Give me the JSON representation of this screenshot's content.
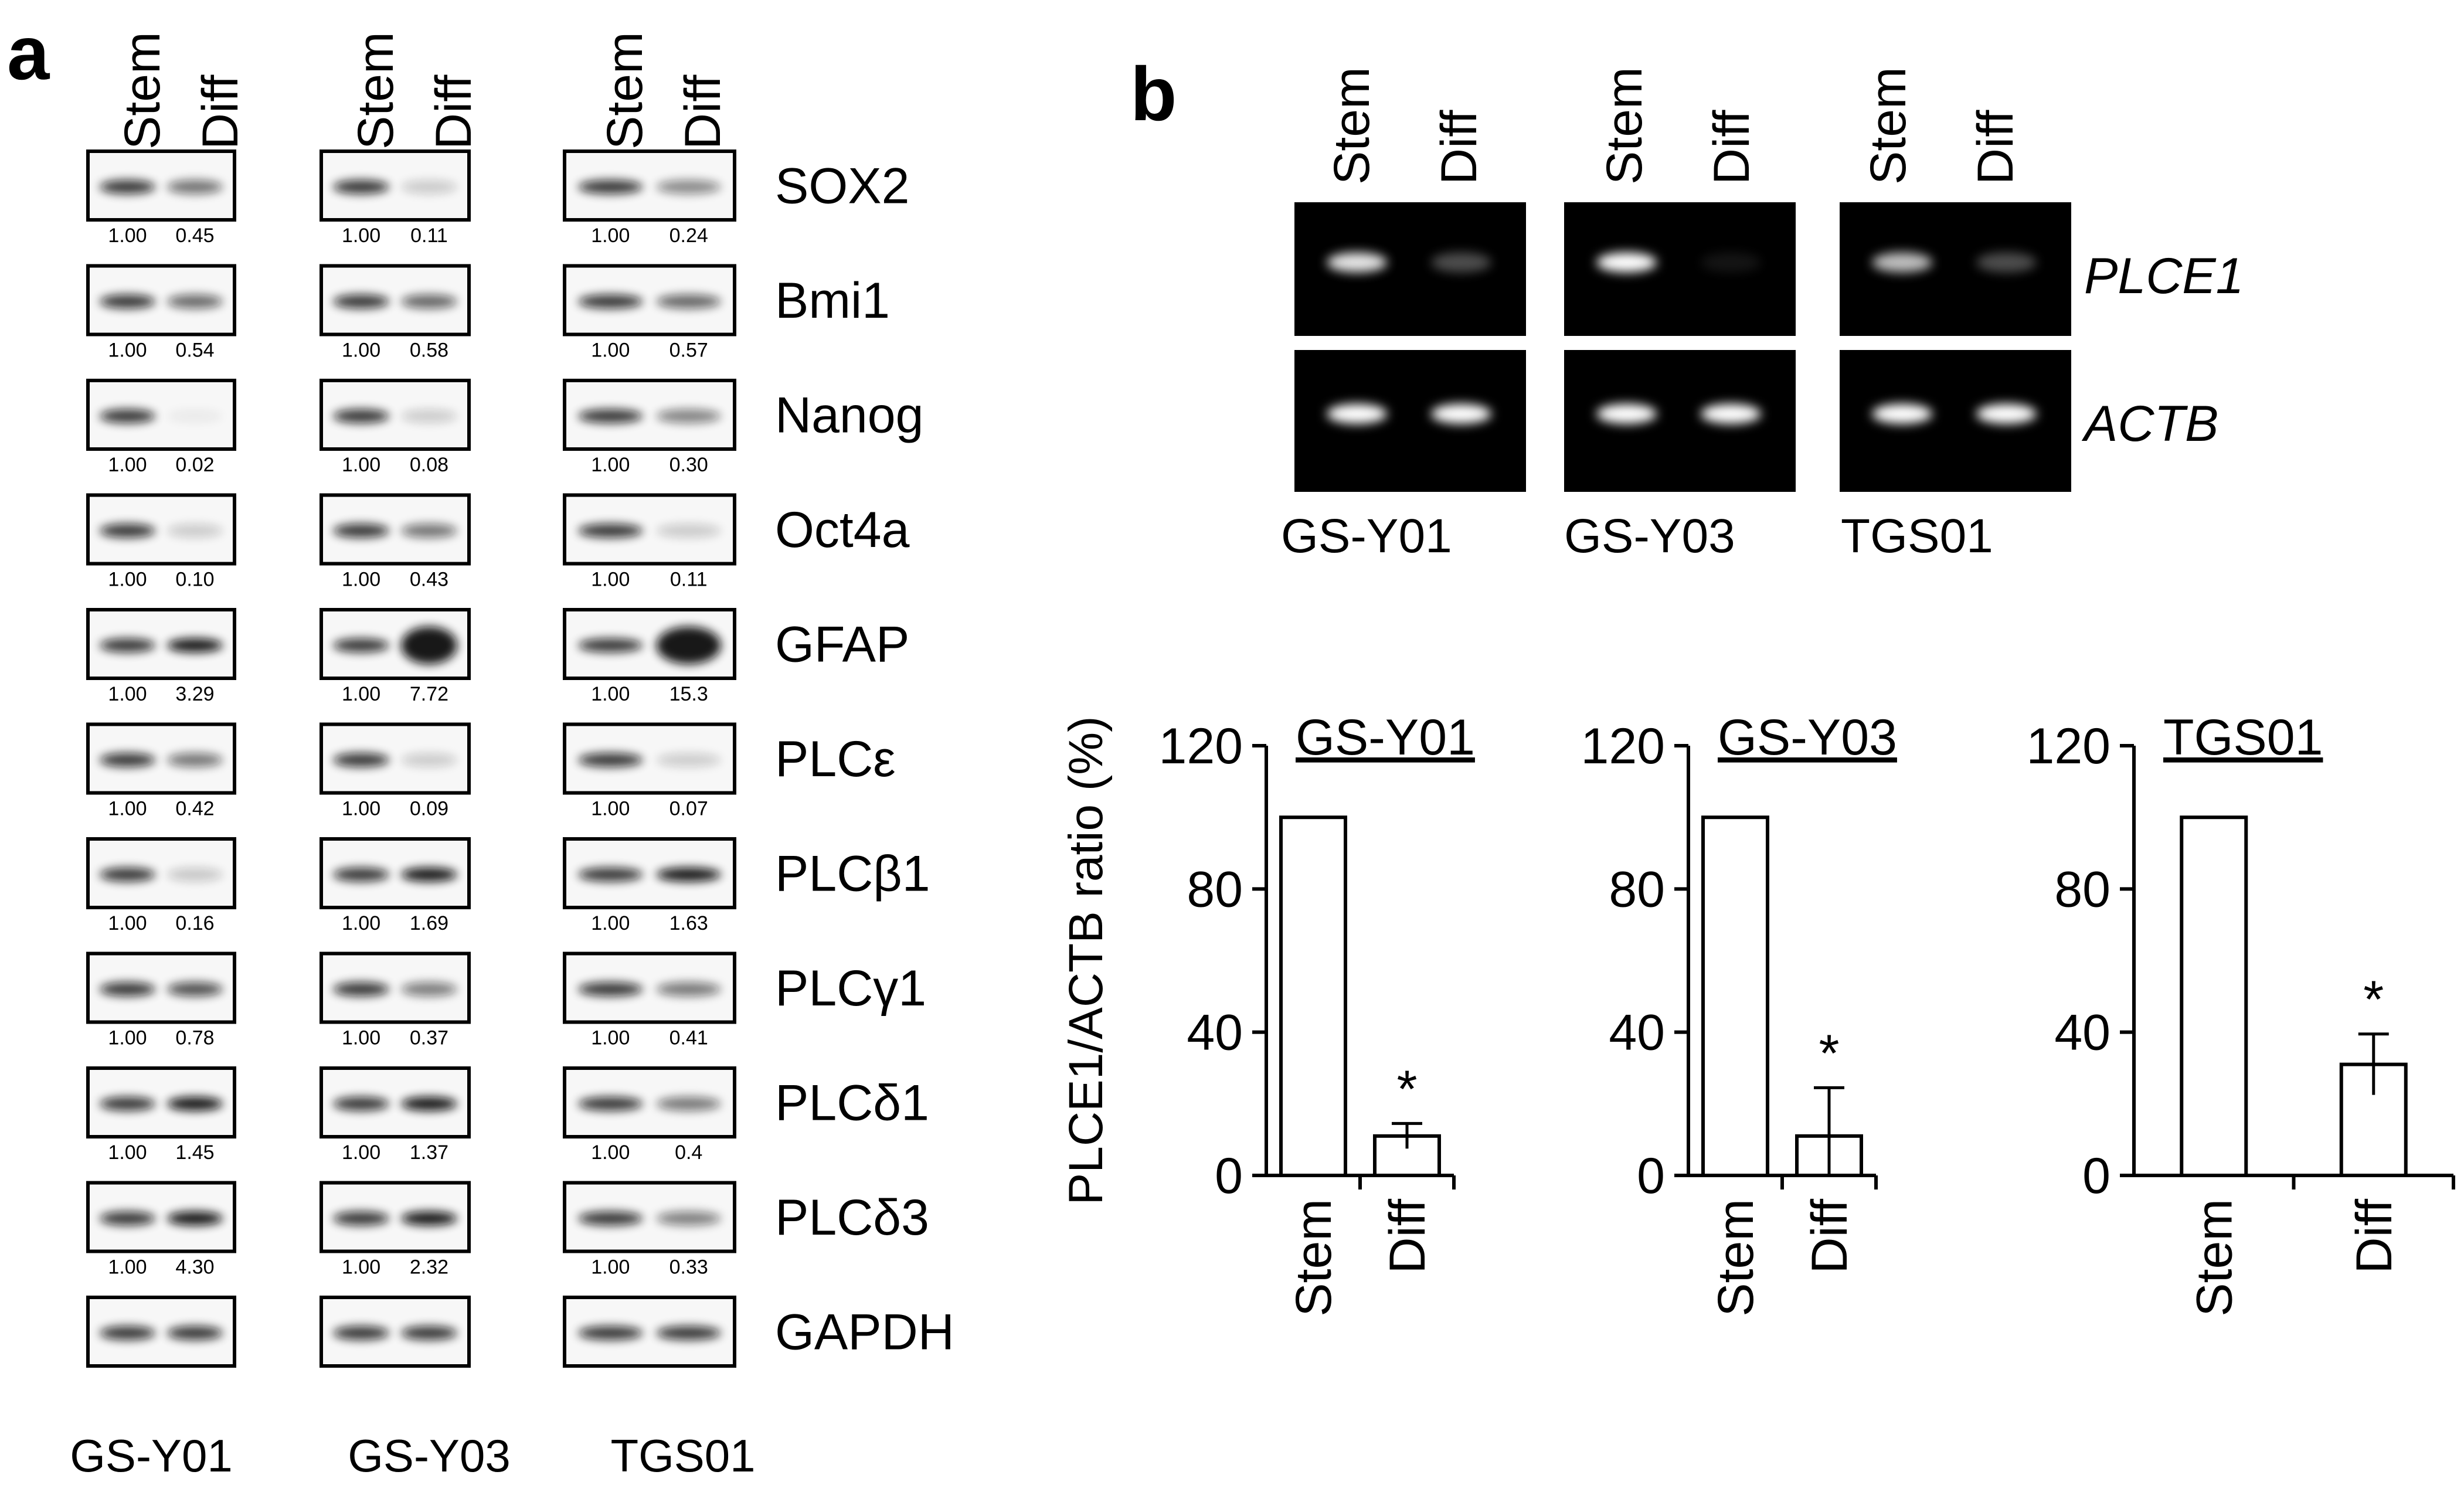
{
  "panel_a": {
    "letter": "a",
    "lane_labels": [
      "Stem",
      "Diff"
    ],
    "cell_lines": [
      "GS-Y01",
      "GS-Y03",
      "TGS01"
    ],
    "proteins": [
      {
        "name": "SOX2",
        "values": [
          [
            "1.00",
            "0.45"
          ],
          [
            "1.00",
            "0.11"
          ],
          [
            "1.00",
            "0.24"
          ]
        ]
      },
      {
        "name": "Bmi1",
        "values": [
          [
            "1.00",
            "0.54"
          ],
          [
            "1.00",
            "0.58"
          ],
          [
            "1.00",
            "0.57"
          ]
        ]
      },
      {
        "name": "Nanog",
        "values": [
          [
            "1.00",
            "0.02"
          ],
          [
            "1.00",
            "0.08"
          ],
          [
            "1.00",
            "0.30"
          ]
        ]
      },
      {
        "name": "Oct4a",
        "values": [
          [
            "1.00",
            "0.10"
          ],
          [
            "1.00",
            "0.43"
          ],
          [
            "1.00",
            "0.11"
          ]
        ]
      },
      {
        "name": "GFAP",
        "values": [
          [
            "1.00",
            "3.29"
          ],
          [
            "1.00",
            "7.72"
          ],
          [
            "1.00",
            "15.3"
          ]
        ]
      },
      {
        "name": "PLCε",
        "values": [
          [
            "1.00",
            "0.42"
          ],
          [
            "1.00",
            "0.09"
          ],
          [
            "1.00",
            "0.07"
          ]
        ]
      },
      {
        "name": "PLCβ1",
        "values": [
          [
            "1.00",
            "0.16"
          ],
          [
            "1.00",
            "1.69"
          ],
          [
            "1.00",
            "1.63"
          ]
        ]
      },
      {
        "name": "PLCγ1",
        "values": [
          [
            "1.00",
            "0.78"
          ],
          [
            "1.00",
            "0.37"
          ],
          [
            "1.00",
            "0.41"
          ]
        ]
      },
      {
        "name": "PLCδ1",
        "values": [
          [
            "1.00",
            "1.45"
          ],
          [
            "1.00",
            "1.37"
          ],
          [
            "1.00",
            "0.4"
          ]
        ]
      },
      {
        "name": "PLCδ3",
        "values": [
          [
            "1.00",
            "4.30"
          ],
          [
            "1.00",
            "2.32"
          ],
          [
            "1.00",
            "0.33"
          ]
        ]
      },
      {
        "name": "GAPDH",
        "values": [
          [
            "",
            ""
          ],
          [
            "",
            ""
          ],
          [
            "",
            ""
          ]
        ]
      }
    ]
  },
  "panel_b": {
    "letter": "b",
    "lane_labels": [
      "Stem",
      "Diff"
    ],
    "cell_lines": [
      "GS-Y01",
      "GS-Y03",
      "TGS01"
    ],
    "genes": [
      "PLCE1",
      "ACTB"
    ]
  },
  "chart_data": [
    {
      "type": "bar",
      "title": "GS-Y01",
      "categories": [
        "Stem",
        "Diff"
      ],
      "values": [
        100,
        11
      ],
      "errors": [
        0,
        3.5
      ],
      "significance": [
        "",
        "*"
      ],
      "ylabel": "PLCE1/ACTB  ratio (%)",
      "ylim": [
        0,
        120
      ],
      "yticks": [
        0,
        40,
        80,
        120
      ]
    },
    {
      "type": "bar",
      "title": "GS-Y03",
      "categories": [
        "Stem",
        "Diff"
      ],
      "values": [
        100,
        11
      ],
      "errors": [
        0,
        13.5
      ],
      "significance": [
        "",
        "*"
      ],
      "ylabel": "",
      "ylim": [
        0,
        120
      ],
      "yticks": [
        0,
        40,
        80,
        120
      ]
    },
    {
      "type": "bar",
      "title": "TGS01",
      "categories": [
        "Stem",
        "Diff"
      ],
      "values": [
        100,
        31
      ],
      "errors": [
        0,
        8.5
      ],
      "significance": [
        "",
        "*"
      ],
      "ylabel": "",
      "ylim": [
        0,
        120
      ],
      "yticks": [
        0,
        40,
        80,
        120
      ]
    }
  ]
}
